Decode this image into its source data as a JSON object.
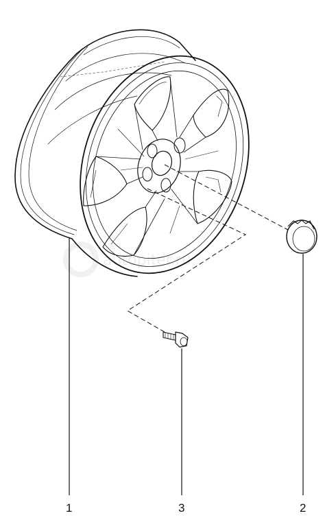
{
  "callouts": [
    {
      "id": "1",
      "label": "1"
    },
    {
      "id": "2",
      "label": "2"
    },
    {
      "id": "3",
      "label": "3"
    }
  ],
  "watermark": "autopiter.ru",
  "parts": {
    "wheel": "wheel",
    "center_cap": "center-cap",
    "wheel_bolt": "wheel-bolt"
  }
}
